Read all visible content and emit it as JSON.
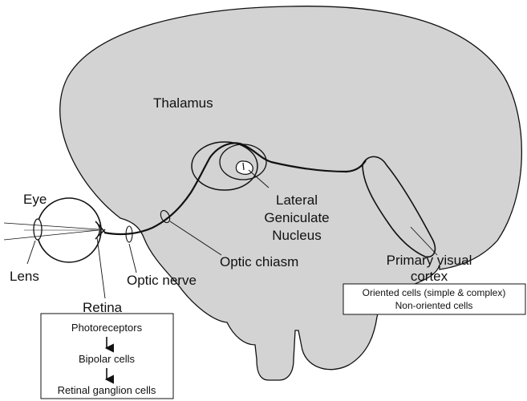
{
  "diagram": {
    "labels": {
      "eye": "Eye",
      "lens": "Lens",
      "retina": "Retina",
      "optic_nerve": "Optic nerve",
      "optic_chiasm": "Optic chiasm",
      "thalamus": "Thalamus",
      "lgn_line1": "Lateral",
      "lgn_line2": "Geniculate",
      "lgn_line3": "Nucleus",
      "v1_line1": "Primary visual",
      "v1_line2": "cortex"
    },
    "retina_box": {
      "items": [
        "Photoreceptors",
        "Bipolar cells",
        "Retinal ganglion cells"
      ]
    },
    "cortex_box": {
      "items": [
        "Oriented cells (simple & complex)",
        "Non-oriented cells"
      ]
    },
    "colors": {
      "brain_fill": "#d3d3d3",
      "stroke": "#111111",
      "background": "#ffffff"
    }
  }
}
